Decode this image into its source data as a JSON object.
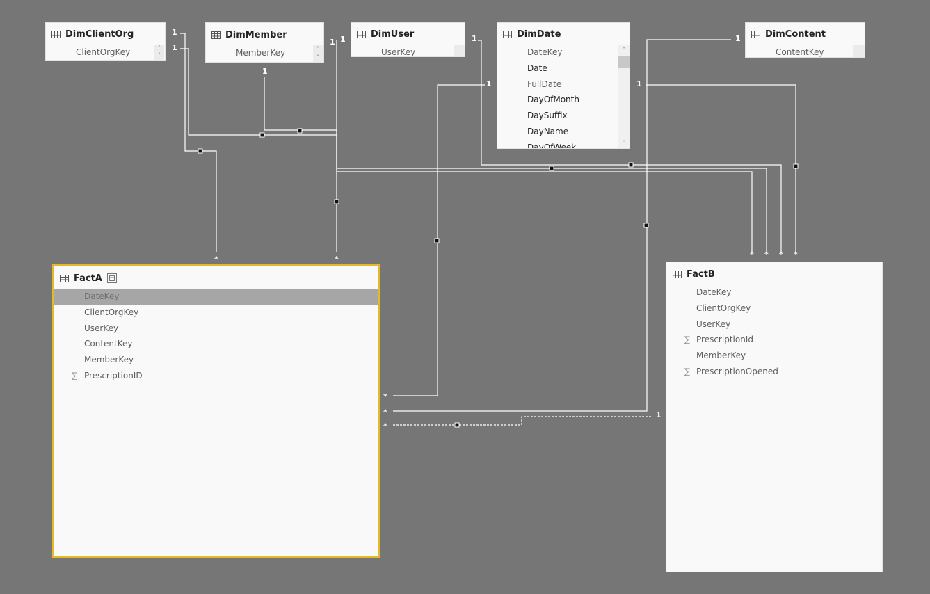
{
  "tables": {
    "dimclientorg": {
      "name": "DimClientOrg",
      "fields": [
        "ClientOrgKey"
      ]
    },
    "dimmember": {
      "name": "DimMember",
      "fields": [
        "MemberKey"
      ]
    },
    "dimuser": {
      "name": "DimUser",
      "fields": [
        "UserKey"
      ]
    },
    "dimdate": {
      "name": "DimDate",
      "fields": [
        "DateKey",
        "Date",
        "FullDate",
        "DayOfMonth",
        "DaySuffix",
        "DayName",
        "DayOfWeek"
      ]
    },
    "dimcontent": {
      "name": "DimContent",
      "fields": [
        "ContentKey"
      ]
    },
    "facta": {
      "name": "FactA",
      "fields": [
        "DateKey",
        "ClientOrgKey",
        "UserKey",
        "ContentKey",
        "MemberKey",
        "PrescriptionID"
      ]
    },
    "factb": {
      "name": "FactB",
      "fields": [
        "DateKey",
        "ClientOrgKey",
        "UserKey",
        "PrescriptionId",
        "MemberKey",
        "PrescriptionOpened"
      ]
    }
  },
  "cardinality": {
    "one": "1",
    "many": "*"
  },
  "colors": {
    "canvas": "#767676",
    "card": "#f9f9f9",
    "selected_border": "#e5b92a",
    "line": "#ffffff"
  }
}
